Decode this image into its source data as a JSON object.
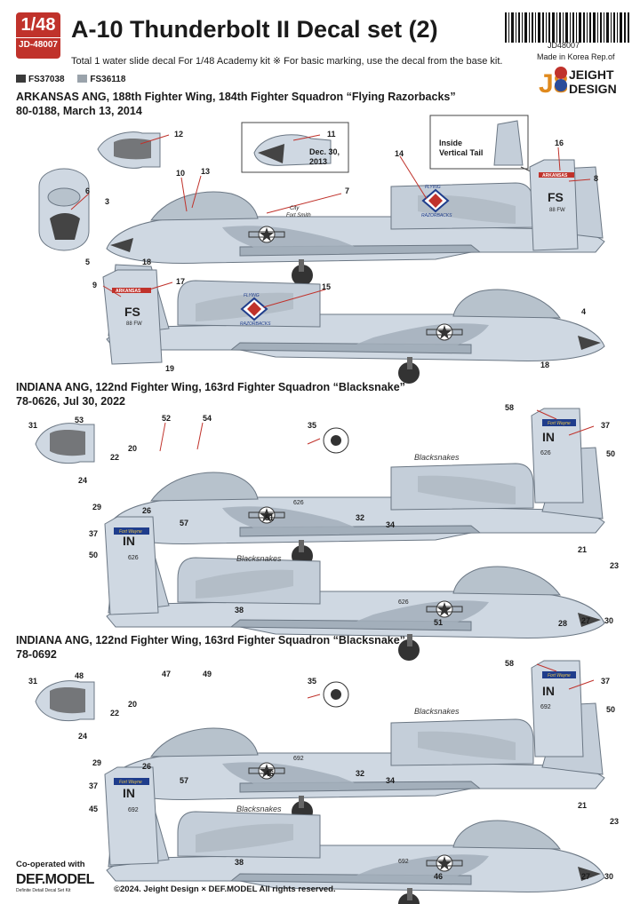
{
  "header": {
    "scale": "1/48",
    "code": "JD-48007",
    "title": "A-10 Thunderbolt II Decal set (2)",
    "subtitle": "Total 1 water slide decal For 1/48 Academy kit  ※ For basic marking, use the decal from the base kit.",
    "barcode_number": "JD48007",
    "made_in": "Made in Korea Rep.of",
    "brand_line1": "JEIGHT",
    "brand_line2": "DESIGN",
    "logo_glyph": "J8"
  },
  "swatches": [
    {
      "label": "FS37038",
      "color": "#3a3a3a"
    },
    {
      "label": "FS36118",
      "color": "#9aa3ab"
    }
  ],
  "sections": [
    {
      "title": "ARKANSAS ANG, 188th Fighter Wing, 184th Fighter Squadron “Flying Razorbacks”",
      "serial": "80-0188, March 13, 2014"
    },
    {
      "title": "INDIANA ANG, 122nd Fighter Wing, 163rd Fighter Squadron “Blacksnake”",
      "serial": "78-0626, Jul 30, 2022"
    },
    {
      "title": "INDIANA ANG, 122nd Fighter Wing, 163rd Fighter Squadron “Blacksnake”",
      "serial": "78-0692"
    }
  ],
  "insets": {
    "date_note": "Dec. 30,\n2013",
    "inside_tail_note": "Inside\nVertical Tail"
  },
  "markings": {
    "ar_tail_code": "FS",
    "ar_tail_band": "ARKANSAS",
    "ar_tail_wing": "88 FW",
    "ar_nose_text1": "City",
    "ar_nose_text2": "Fort Smith",
    "ar_engine_text1": "FLYING",
    "ar_engine_text2": "RAZORBACKS",
    "in_tail_code": "IN",
    "in_tail_band": "Fort Wayne",
    "in_tail_serial_626": "626",
    "in_tail_serial_692": "692",
    "in_engine_text": "Blacksnakes",
    "in_gear_626": "626",
    "in_gear_692": "692"
  },
  "callouts": {
    "ar": [
      "12",
      "11",
      "14",
      "16",
      "8",
      "6",
      "10",
      "13",
      "3",
      "7",
      "5",
      "18",
      "9",
      "17",
      "15",
      "4",
      "19",
      "18"
    ],
    "in1": [
      "31",
      "53",
      "52",
      "54",
      "35",
      "58",
      "37",
      "22",
      "20",
      "50",
      "24",
      "29",
      "26",
      "51",
      "32",
      "57",
      "34",
      "21",
      "23",
      "37",
      "50",
      "38",
      "51",
      "27",
      "30",
      "28"
    ],
    "in2": [
      "31",
      "48",
      "47",
      "49",
      "35",
      "58",
      "37",
      "22",
      "20",
      "50",
      "24",
      "29",
      "26",
      "46",
      "32",
      "57",
      "34",
      "21",
      "23",
      "37",
      "45",
      "38",
      "46",
      "27",
      "30"
    ]
  },
  "footer": {
    "co_operated": "Co-operated with",
    "def_logo": "DEF.MODEL",
    "def_tagline": "Definite Detail Decal Set Kit",
    "copyright": "©2024. Jeight Design × DEF.MODEL All rights reserved."
  },
  "colors": {
    "accent_red": "#c0322b",
    "camo_light": "#cfd8e2",
    "camo_dark": "#a3afbb",
    "callout_line": "#c0322b"
  }
}
